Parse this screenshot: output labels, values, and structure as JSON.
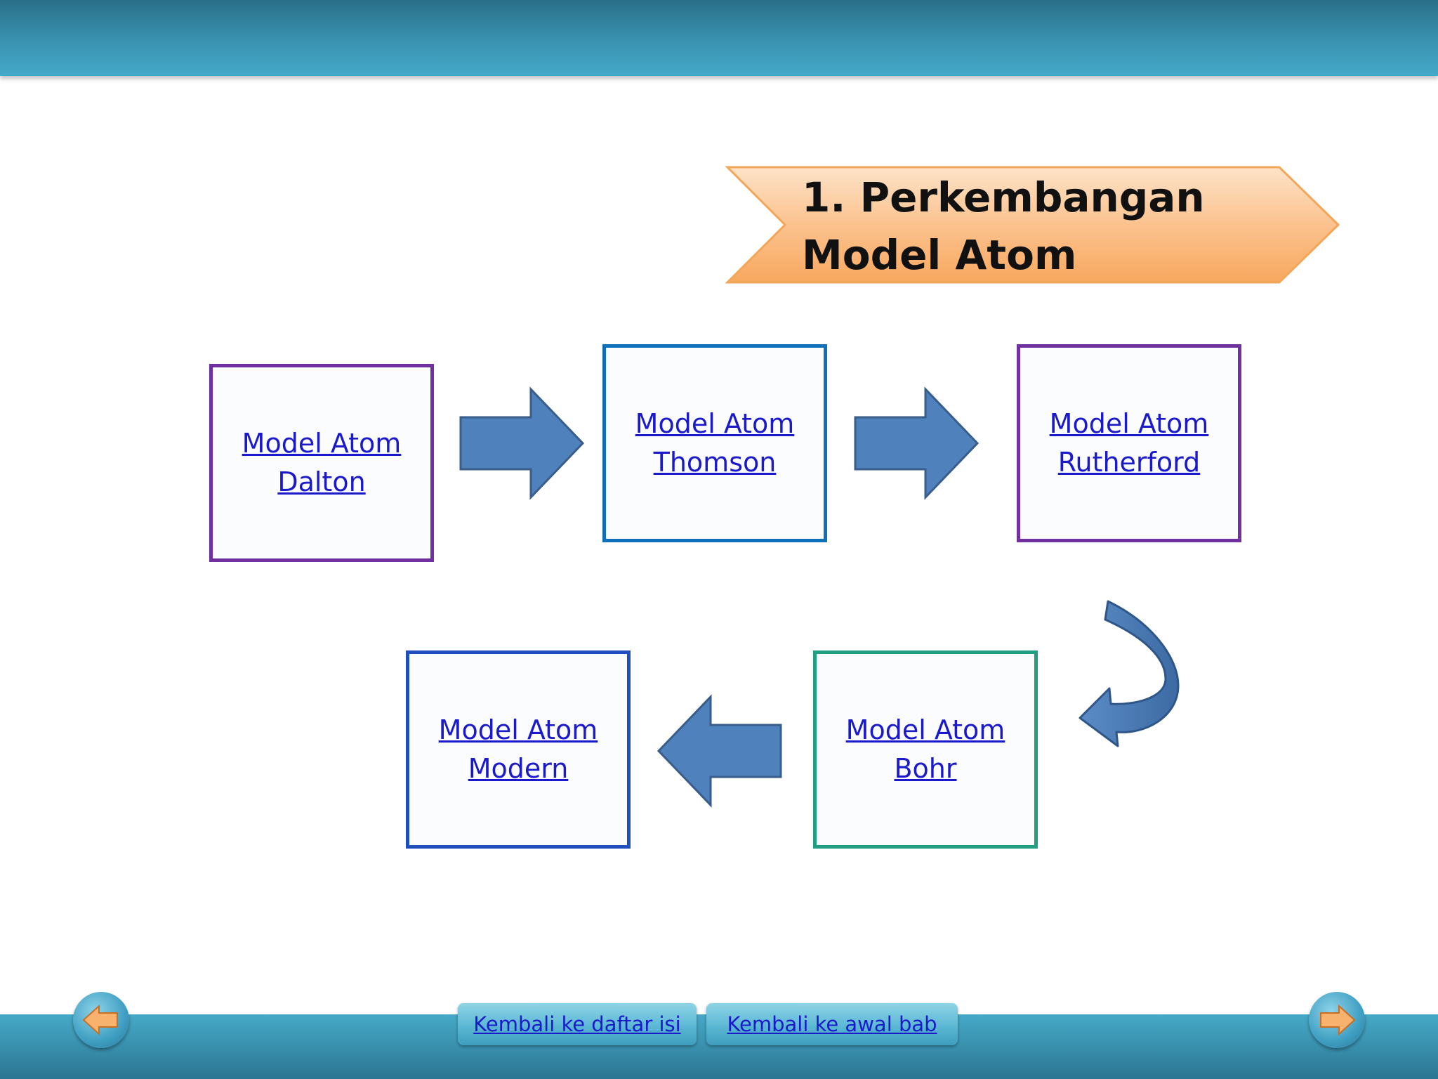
{
  "slide": {
    "title_line1": "1. Perkembangan",
    "title_line2": "Model Atom"
  },
  "models": [
    {
      "line1": "Model Atom",
      "line2": "Dalton",
      "border_color": "#7030a0"
    },
    {
      "line1": "Model Atom",
      "line2": "Thomson",
      "border_color": "#0f6fb8"
    },
    {
      "line1": "Model Atom",
      "line2": "Rutherford",
      "border_color": "#7030a0"
    },
    {
      "line1": "Model Atom",
      "line2": "Bohr",
      "border_color": "#1f9e82"
    },
    {
      "line1": "Model Atom",
      "line2": "Modern",
      "border_color": "#1f4fbf"
    }
  ],
  "footer": {
    "back_to_contents": "Kembali ke daftar isi",
    "back_to_chapter_start": "Kembali ke awal bab"
  },
  "icons": {
    "prev": "arrow-left-icon",
    "next": "arrow-right-icon"
  },
  "colors": {
    "arrow_fill": "#4f81bd",
    "arrow_stroke": "#385d8a",
    "banner_fill": "#fbbf87",
    "link": "#1a1acc",
    "bar": "#3993b1"
  }
}
